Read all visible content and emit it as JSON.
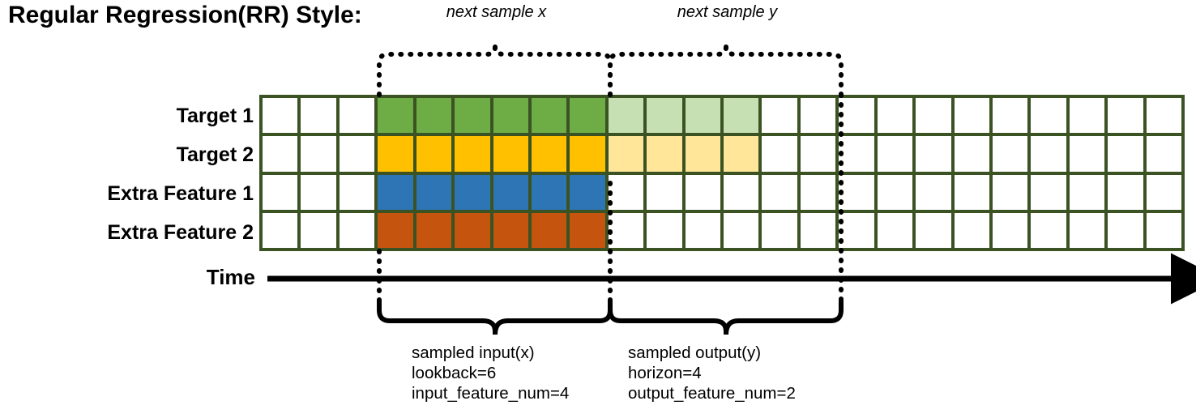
{
  "title": "Regular Regression(RR) Style:",
  "rows": [
    {
      "label": "Target 1",
      "name": "target-1"
    },
    {
      "label": "Target 2",
      "name": "target-2"
    },
    {
      "label": "Extra Feature 1",
      "name": "extra-feature-1"
    },
    {
      "label": "Extra Feature 2",
      "name": "extra-feature-2"
    }
  ],
  "axis": {
    "label": "Time"
  },
  "grid": {
    "columns": 24,
    "rows": 4,
    "border_color": "#3B5323",
    "empty_color": "#FFFFFF",
    "input_start_col": 4,
    "input_end_col": 9,
    "output_start_col": 10,
    "output_end_col": 13,
    "colors": {
      "target1_input": "#6EAC46",
      "target2_input": "#FFC000",
      "feature1_input": "#2E75B6",
      "feature2_input": "#C5540F",
      "target1_output": "#C6E0B4",
      "target2_output": "#FFE699"
    },
    "cell_fills": [
      [
        "#FFFFFF",
        "#FFFFFF",
        "#FFFFFF",
        "#6EAC46",
        "#6EAC46",
        "#6EAC46",
        "#6EAC46",
        "#6EAC46",
        "#6EAC46",
        "#C6E0B4",
        "#C6E0B4",
        "#C6E0B4",
        "#C6E0B4",
        "#FFFFFF",
        "#FFFFFF",
        "#FFFFFF",
        "#FFFFFF",
        "#FFFFFF",
        "#FFFFFF",
        "#FFFFFF",
        "#FFFFFF",
        "#FFFFFF",
        "#FFFFFF",
        "#FFFFFF"
      ],
      [
        "#FFFFFF",
        "#FFFFFF",
        "#FFFFFF",
        "#FFC000",
        "#FFC000",
        "#FFC000",
        "#FFC000",
        "#FFC000",
        "#FFC000",
        "#FFE699",
        "#FFE699",
        "#FFE699",
        "#FFE699",
        "#FFFFFF",
        "#FFFFFF",
        "#FFFFFF",
        "#FFFFFF",
        "#FFFFFF",
        "#FFFFFF",
        "#FFFFFF",
        "#FFFFFF",
        "#FFFFFF",
        "#FFFFFF",
        "#FFFFFF"
      ],
      [
        "#FFFFFF",
        "#FFFFFF",
        "#FFFFFF",
        "#2E75B6",
        "#2E75B6",
        "#2E75B6",
        "#2E75B6",
        "#2E75B6",
        "#2E75B6",
        "#FFFFFF",
        "#FFFFFF",
        "#FFFFFF",
        "#FFFFFF",
        "#FFFFFF",
        "#FFFFFF",
        "#FFFFFF",
        "#FFFFFF",
        "#FFFFFF",
        "#FFFFFF",
        "#FFFFFF",
        "#FFFFFF",
        "#FFFFFF",
        "#FFFFFF",
        "#FFFFFF"
      ],
      [
        "#FFFFFF",
        "#FFFFFF",
        "#FFFFFF",
        "#C5540F",
        "#C5540F",
        "#C5540F",
        "#C5540F",
        "#C5540F",
        "#C5540F",
        "#FFFFFF",
        "#FFFFFF",
        "#FFFFFF",
        "#FFFFFF",
        "#FFFFFF",
        "#FFFFFF",
        "#FFFFFF",
        "#FFFFFF",
        "#FFFFFF",
        "#FFFFFF",
        "#FFFFFF",
        "#FFFFFF",
        "#FFFFFF",
        "#FFFFFF",
        "#FFFFFF"
      ]
    ]
  },
  "top_annotations": [
    {
      "name": "next-sample-x",
      "label": "next sample x"
    },
    {
      "name": "next-sample-y",
      "label": "next sample y"
    }
  ],
  "bottom_annotations": [
    {
      "name": "sampled-input",
      "line1": "sampled input(x)",
      "line2": "lookback=6",
      "line3": "input_feature_num=4"
    },
    {
      "name": "sampled-output",
      "line1": "sampled output(y)",
      "line2": "horizon=4",
      "line3": "output_feature_num=2"
    }
  ]
}
